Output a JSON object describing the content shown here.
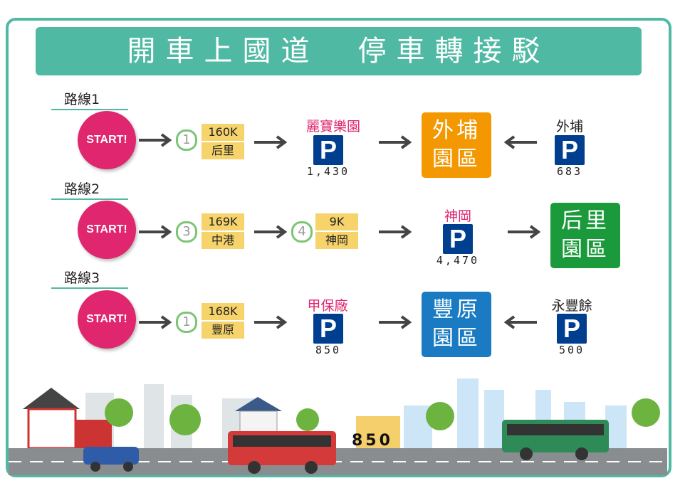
{
  "title": "開車上國道　停車轉接駁",
  "colors": {
    "accent": "#4fb9a3",
    "start": "#e0266f",
    "parking": "#003e8f",
    "orange": "#f39800",
    "green": "#1a9a3a",
    "blue": "#1a7bc2"
  },
  "routes": [
    {
      "label": "路線1",
      "start": "START!",
      "exits": [
        {
          "num": "1",
          "km": "160K",
          "place": "后里"
        }
      ],
      "parking": {
        "name": "麗寶樂園",
        "icon": "P",
        "capacity": "1,430"
      },
      "park": {
        "line1": "外埔",
        "line2": "園區"
      },
      "shuttle_parking": {
        "name": "外埔",
        "icon": "P",
        "capacity": "683"
      }
    },
    {
      "label": "路線2",
      "start": "START!",
      "exits": [
        {
          "num": "3",
          "km": "169K",
          "place": "中港"
        },
        {
          "num": "4",
          "km": "9K",
          "place": "神岡"
        }
      ],
      "parking": {
        "name": "神岡",
        "icon": "P",
        "capacity": "4,470"
      },
      "park": {
        "line1": "后里",
        "line2": "園區"
      }
    },
    {
      "label": "路線3",
      "start": "START!",
      "exits": [
        {
          "num": "1",
          "km": "168K",
          "place": "豐原"
        }
      ],
      "parking": {
        "name": "甲保廠",
        "icon": "P",
        "capacity": "850"
      },
      "park": {
        "line1": "豐原",
        "line2": "園區"
      },
      "shuttle_parking": {
        "name": "永豐餘",
        "icon": "P",
        "capacity": "500"
      }
    }
  ],
  "scene": {
    "building_number": "850"
  }
}
